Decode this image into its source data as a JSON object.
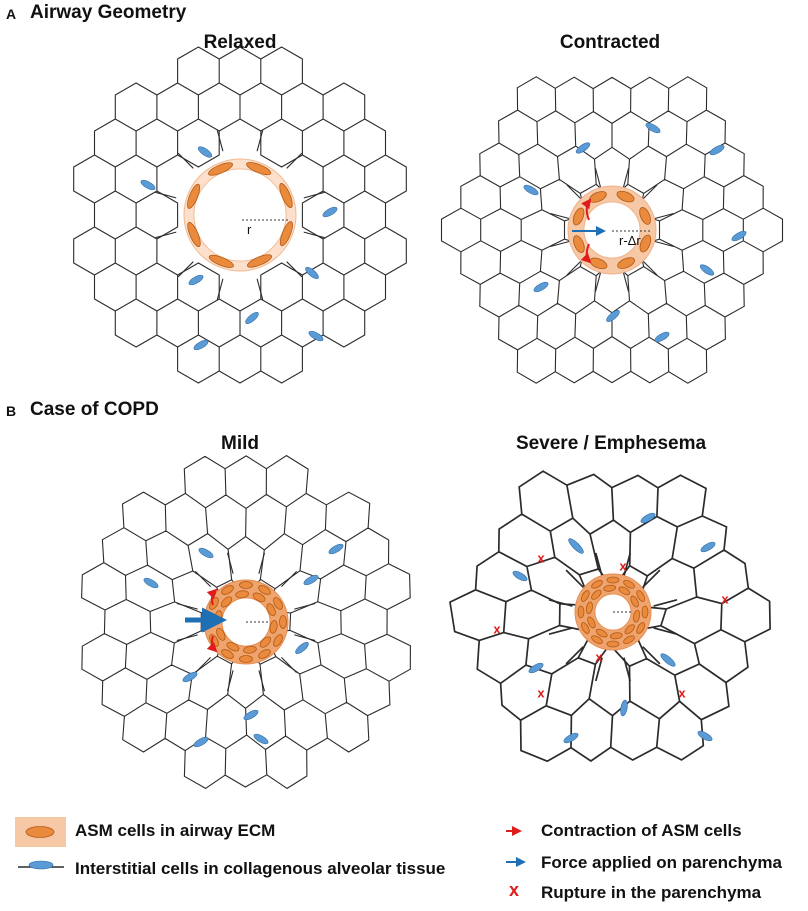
{
  "section_a": {
    "letter": "A",
    "title": "Airway Geometry"
  },
  "section_b": {
    "letter": "B",
    "title": "Case of COPD"
  },
  "panels": {
    "relaxed": {
      "title": "Relaxed",
      "label": "r"
    },
    "contracted": {
      "title": "Contracted",
      "label": "r-Δr"
    },
    "mild": {
      "title": "Mild"
    },
    "severe": {
      "title": "Severe / Emphesema",
      "rupture_mark": "x"
    }
  },
  "legend": {
    "asm": "ASM cells in airway ECM",
    "interstitial": "Interstitial cells in collagenous alveolar tissue",
    "contraction": "Contraction of ASM cells",
    "force": "Force applied on parenchyma",
    "rupture": "Rupture in the parenchyma",
    "rupture_mark": "x"
  },
  "colors": {
    "asm_cell": "#e98a3c",
    "asm_cell_edge": "#b35a18",
    "ecm_ring_light": "#fce0cc",
    "ecm_ring_mid": "#f7c8a6",
    "ecm_ring_dark": "#f0a46d",
    "interstitial_cell": "#5b9bd5",
    "mesh": "#2b2b2b",
    "contraction_arrow": "#e01b1b",
    "force_arrow": "#1f6fb5",
    "rupture": "#e01b1b"
  }
}
